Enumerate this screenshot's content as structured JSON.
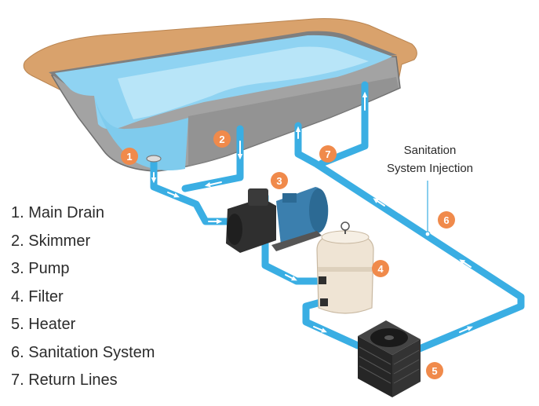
{
  "colors": {
    "pipe": "#3aaee3",
    "pipe_dark": "#1b8ec8",
    "water": "#8fd3f2",
    "water_light": "#c6ebfa",
    "coping": "#d9a26c",
    "pool_wall": "#9a9a9a",
    "badge": "#f08a4b",
    "pump_body": "#2f2f2f",
    "pump_motor": "#3b7fae",
    "filter": "#efe4d4",
    "heater": "#2a2a2a"
  },
  "legend": [
    "1. Main Drain",
    "2. Skimmer",
    "3. Pump",
    "4. Filter",
    "5. Heater",
    "6. Sanitation System",
    "7. Return Lines"
  ],
  "badges": [
    "1",
    "2",
    "3",
    "4",
    "5",
    "6",
    "7"
  ],
  "callout": {
    "line1": "Sanitation",
    "line2": "System Injection"
  }
}
